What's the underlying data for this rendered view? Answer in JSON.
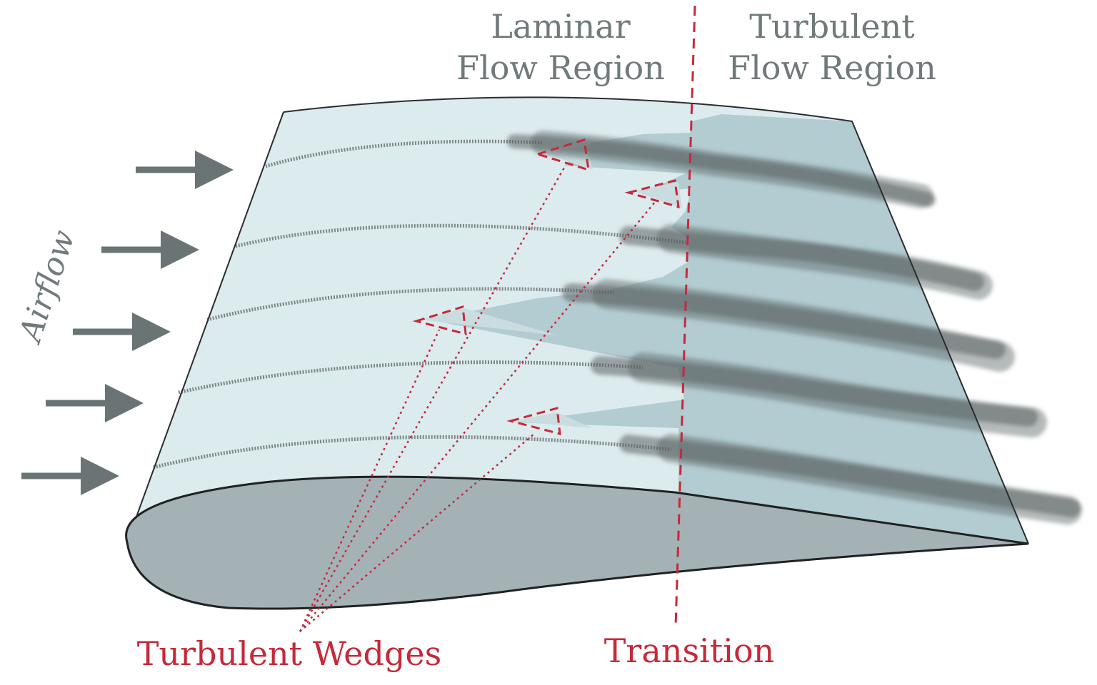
{
  "labels": {
    "laminar_line1": "Laminar",
    "laminar_line2": "Flow Region",
    "turbulent_line1": "Turbulent",
    "turbulent_line2": "Flow Region",
    "airflow": "Airflow",
    "wedges": "Turbulent Wedges",
    "transition": "Transition"
  },
  "colors": {
    "laminar_surface": "#dcebee",
    "turbulent_surface": "#b3ccd1",
    "section": "#a4b2b6",
    "smoke": "#5c6364",
    "arrow": "#6b7475",
    "accent_red": "#c42a3a",
    "label_grey": "#707a7b"
  }
}
